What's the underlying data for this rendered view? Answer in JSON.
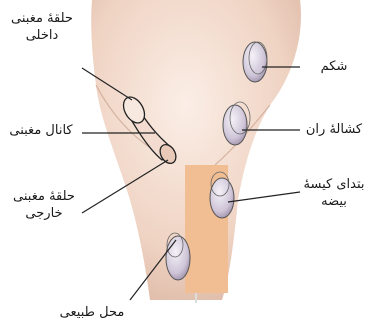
{
  "labels": {
    "internal_ring": [
      "حلقهٔ مغبنی",
      "داخلی"
    ],
    "inguinal_canal": "کانال مغبنی",
    "external_ring": [
      "حلقهٔ مغبنی",
      "خارجی"
    ],
    "normal_position": "محل طبیعی",
    "abdomen": "شکم",
    "groin": "کشالهٔ ران",
    "scrotum_entrance": [
      "بتدای کیسهٔ",
      "بیضه"
    ]
  },
  "colors": {
    "skin_light": "#f7e6dc",
    "skin_mid": "#e8c6b4",
    "skin_shadow": "#c99f8b",
    "testis_fill": "#d8d0df",
    "rect_fill": "#f1bd92",
    "line": "#222222"
  }
}
